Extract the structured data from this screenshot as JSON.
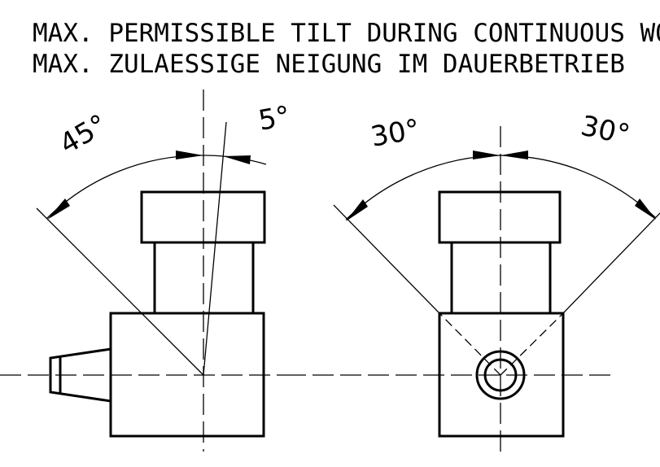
{
  "title": {
    "line_en": "MAX. PERMISSIBLE TILT DURING CONTINUOUS WORK",
    "line_de": "MAX. ZULAESSIGE NEIGUNG IM DAUERBETRIEB"
  },
  "left_view": {
    "angle_left": "45°",
    "angle_right": "5°"
  },
  "right_view": {
    "angle_left": "30°",
    "angle_right": "30°"
  }
}
